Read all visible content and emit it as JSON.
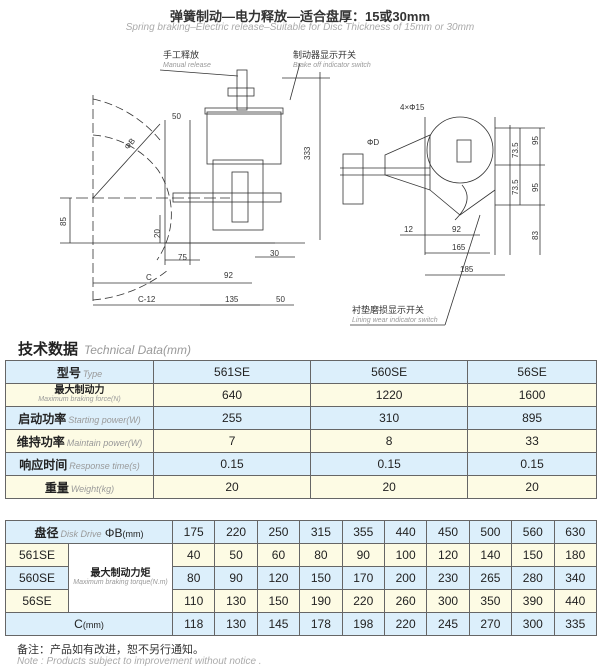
{
  "header": {
    "title": "弹簧制动—电力释放—适合盘厚：15或30mm",
    "subtitle": "Spring braking–Electric release–Suitable for Disc Thickness of 15mm or 30mm"
  },
  "drawing": {
    "manual_release_cn": "手工释放",
    "manual_release_en": "Manual release",
    "brake_off_cn": "制动器显示开关",
    "brake_off_en": "Brake off indicator switch",
    "lining_cn": "衬垫磨损显示开关",
    "lining_en": "Lining wear indicator switch",
    "dims_left": {
      "d50a": "50",
      "phiB": "ΦB",
      "d333": "333",
      "d85": "85",
      "d20": "20",
      "d75": "75",
      "d30": "30",
      "d92": "92",
      "c": "C",
      "c12": "C-12",
      "d135": "135",
      "d50b": "50"
    },
    "dims_right": {
      "holes": "4×Φ15",
      "phiD": "ΦD",
      "d73a": "73.5",
      "d73b": "73.5",
      "d95a": "95",
      "d95b": "95",
      "d83": "83",
      "d12": "12",
      "d92": "92",
      "d165": "165",
      "d185": "185"
    }
  },
  "tech": {
    "title_cn": "技术数据",
    "title_en": "Technical Data(mm)",
    "header": {
      "cn": "型号",
      "en": "Type",
      "models": [
        "561SE",
        "560SE",
        "56SE"
      ]
    },
    "rows": [
      {
        "cn": "最大制动力",
        "en": "Maximum braking force(N)",
        "values": [
          "640",
          "1220",
          "1600"
        ]
      },
      {
        "cn": "启动功率",
        "en": "Starting power(W)",
        "values": [
          "255",
          "310",
          "895"
        ]
      },
      {
        "cn": "维持功率",
        "en": "Maintain power(W)",
        "values": [
          "7",
          "8",
          "33"
        ]
      },
      {
        "cn": "响应时间",
        "en": "Response time(s)",
        "values": [
          "0.15",
          "0.15",
          "0.15"
        ]
      },
      {
        "cn": "重量",
        "en": "Weight(kg)",
        "values": [
          "20",
          "20",
          "20"
        ]
      }
    ]
  },
  "torque": {
    "header": {
      "cn": "盘径",
      "en": "Disk Drive",
      "sym": "ΦB",
      "unit": "(mm)",
      "values": [
        "175",
        "220",
        "250",
        "315",
        "355",
        "440",
        "450",
        "500",
        "560",
        "630"
      ]
    },
    "mid_label": {
      "cn": "最大制动力矩",
      "en": "Maximum braking torque(N.m)"
    },
    "rows": [
      {
        "model": "561SE",
        "values": [
          "40",
          "50",
          "60",
          "80",
          "90",
          "100",
          "120",
          "140",
          "150",
          "180"
        ]
      },
      {
        "model": "560SE",
        "values": [
          "80",
          "90",
          "120",
          "150",
          "170",
          "200",
          "230",
          "265",
          "280",
          "340"
        ]
      },
      {
        "model": "56SE",
        "values": [
          "110",
          "130",
          "150",
          "190",
          "220",
          "260",
          "300",
          "350",
          "390",
          "440"
        ]
      }
    ],
    "c_row": {
      "label": "C",
      "unit": "(mm)",
      "values": [
        "118",
        "130",
        "145",
        "178",
        "198",
        "220",
        "245",
        "270",
        "300",
        "335"
      ]
    }
  },
  "note": {
    "cn": "备注：产品如有改进，恕不另行通知。",
    "en": "Note : Products subject to improvement without notice ."
  }
}
